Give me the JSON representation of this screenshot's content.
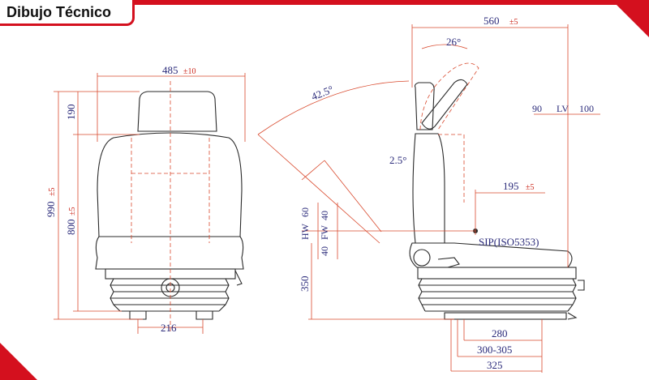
{
  "header": {
    "title": "Dibujo Técnico"
  },
  "colors": {
    "accent": "#d4101e",
    "dimension_line": "#d94a2e",
    "dimension_text": "#2a2a7a",
    "outline": "#2a2a2a"
  },
  "front_view": {
    "width": {
      "value": "485",
      "tol": "±10"
    },
    "headrest_height": "190",
    "total_height": {
      "value": "990",
      "tol": "±5"
    },
    "back_height": {
      "value": "800",
      "tol": "±5"
    },
    "base_width": "216"
  },
  "side_view": {
    "depth": {
      "value": "560",
      "tol": "±5"
    },
    "recline_angle": "42.5°",
    "armrest_angle": "26°",
    "back_angle": "2.5°",
    "sip_offset": {
      "value": "195",
      "tol": "±5"
    },
    "sip_label": "SIP(ISO5353)",
    "lv_left": "90",
    "lv_label": "LV",
    "lv_right": "100",
    "hw_label": "HW",
    "fw_label": "FW",
    "hw_value": "60",
    "fw_upper": "40",
    "fw_lower": "40",
    "seat_height": "350",
    "rail_280": "280",
    "rail_300_305": "300-305",
    "rail_325": "325"
  }
}
